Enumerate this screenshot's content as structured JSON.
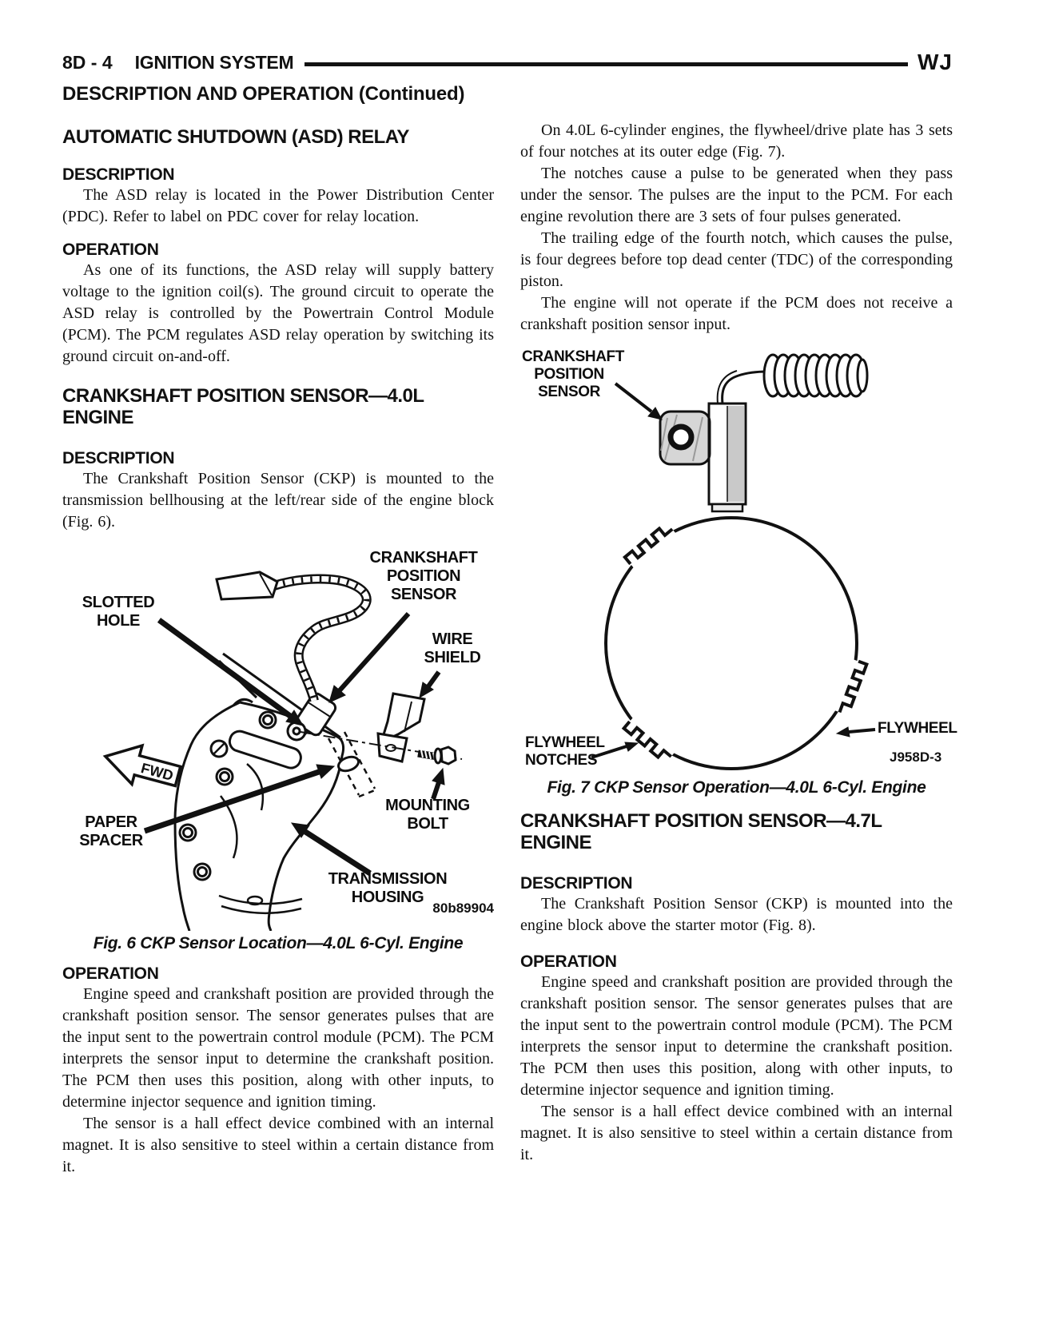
{
  "header": {
    "page_code": "8D - 4",
    "section_title": "IGNITION SYSTEM",
    "vehicle_code": "WJ",
    "continued_heading": "DESCRIPTION AND OPERATION (Continued)"
  },
  "left": {
    "asd_title": "AUTOMATIC SHUTDOWN (ASD) RELAY",
    "asd_description_heading": "DESCRIPTION",
    "asd_description": "The ASD relay is located in the Power Distribution Center (PDC). Refer to label on PDC cover for relay location.",
    "asd_operation_heading": "OPERATION",
    "asd_operation": "As one of its functions, the ASD relay will supply battery voltage to the ignition coil(s). The ground circuit to operate the ASD relay is controlled by the Powertrain Control Module (PCM). The PCM regulates ASD relay operation by switching its ground circuit on-and-off.",
    "ckp40_title_line1": "CRANKSHAFT POSITION SENSOR—4.0L",
    "ckp40_title_line2": "ENGINE",
    "ckp40_description_heading": "DESCRIPTION",
    "ckp40_description": "The Crankshaft Position Sensor (CKP) is mounted to the transmission bellhousing at the left/rear side of the engine block (Fig. 6).",
    "operation_heading": "OPERATION",
    "operation_p1": "Engine speed and crankshaft position are provided through the crankshaft position sensor. The sensor generates pulses that are the input sent to the powertrain control module (PCM). The PCM interprets the sensor input to determine the crankshaft position. The PCM then uses this position, along with other inputs, to determine injector sequence and ignition timing.",
    "operation_p2": "The sensor is a hall effect device combined with an internal magnet. It is also sensitive to steel within a certain distance from it."
  },
  "fig6": {
    "labels": {
      "ckp_sensor": "CRANKSHAFT\nPOSITION\nSENSOR",
      "slotted_hole": "SLOTTED\nHOLE",
      "wire_shield": "WIRE\nSHIELD",
      "fwd": "FWD",
      "paper_spacer": "PAPER\nSPACER",
      "mounting_bolt": "MOUNTING\nBOLT",
      "transmission_housing": "TRANSMISSION\nHOUSING"
    },
    "image_code": "80b89904",
    "caption": "Fig. 6 CKP Sensor Location—4.0L 6-Cyl. Engine"
  },
  "right": {
    "p1": "On 4.0L 6-cylinder engines, the flywheel/drive plate has 3 sets of four notches at its outer edge (Fig. 7).",
    "p2": "The notches cause a pulse to be generated when they pass under the sensor. The pulses are the input to the PCM. For each engine revolution there are 3 sets of four pulses generated.",
    "p3": "The trailing edge of the fourth notch, which causes the pulse, is four degrees before top dead center (TDC) of the corresponding piston.",
    "p4": "The engine will not operate if the PCM does not receive a crankshaft position sensor input.",
    "ckp47_title_line1": "CRANKSHAFT POSITION SENSOR—4.7L",
    "ckp47_title_line2": "ENGINE",
    "ckp47_description_heading": "DESCRIPTION",
    "ckp47_description": "The Crankshaft Position Sensor (CKP) is mounted into the engine block above the starter motor (Fig. 8).",
    "operation_heading": "OPERATION",
    "operation_p1": "Engine speed and crankshaft position are provided through the crankshaft position sensor. The sensor generates pulses that are the input sent to the powertrain control module (PCM). The PCM interprets the sensor input to determine the crankshaft position. The PCM then uses this position, along with other inputs, to determine injector sequence and ignition timing.",
    "operation_p2": "The sensor is a hall effect device combined with an internal magnet. It is also sensitive to steel within a certain distance from it."
  },
  "fig7": {
    "labels": {
      "ckp_sensor": "CRANKSHAFT\nPOSITION\nSENSOR",
      "flywheel": "FLYWHEEL",
      "flywheel_notches": "FLYWHEEL\nNOTCHES"
    },
    "image_code": "J958D-3",
    "caption": "Fig. 7 CKP Sensor Operation—4.0L 6-Cyl. Engine"
  }
}
